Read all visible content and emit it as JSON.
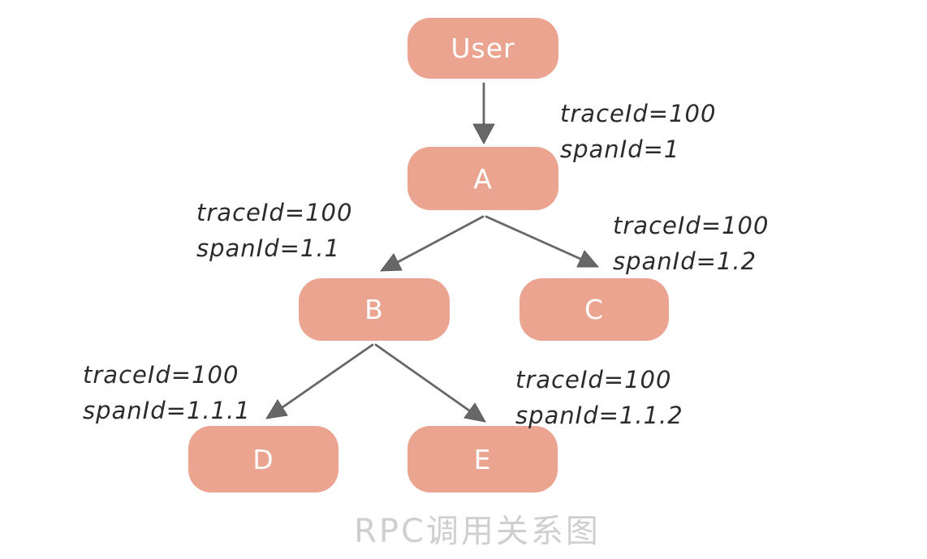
{
  "diagram": {
    "title": "RPC调用关系图",
    "nodes": [
      {
        "id": "user",
        "label": "User"
      },
      {
        "id": "a",
        "label": "A"
      },
      {
        "id": "b",
        "label": "B"
      },
      {
        "id": "c",
        "label": "C"
      },
      {
        "id": "d",
        "label": "D"
      },
      {
        "id": "e",
        "label": "E"
      }
    ],
    "edges": [
      {
        "from": "User",
        "to": "A",
        "line1": "traceId=100",
        "line2": "spanId=1"
      },
      {
        "from": "A",
        "to": "B",
        "line1": "traceId=100",
        "line2": "spanId=1.1"
      },
      {
        "from": "A",
        "to": "C",
        "line1": "traceId=100",
        "line2": "spanId=1.2"
      },
      {
        "from": "B",
        "to": "D",
        "line1": "traceId=100",
        "line2": "spanId=1.1.1"
      },
      {
        "from": "B",
        "to": "E",
        "line1": "traceId=100",
        "line2": "spanId=1.1.2"
      }
    ],
    "colors": {
      "node_fill": "#EBA48F",
      "node_text": "#FFFFFF",
      "arrow": "#676767",
      "label_text": "#2B2B2B",
      "title_text": "#CFCFCF",
      "background": "#FFFFFF"
    }
  }
}
